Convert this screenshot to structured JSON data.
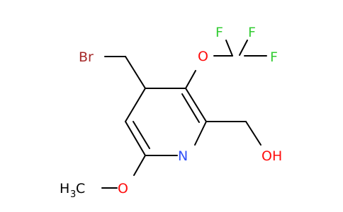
{
  "atoms": {
    "bromine": "Br",
    "ocf3_oxygen": "O",
    "f_left": "F",
    "f_top": "F",
    "f_right": "F",
    "nitrogen": "N",
    "hydroxyl": "OH",
    "methoxy_oxygen": "O",
    "methyl_h": "H",
    "methyl_sub": "3",
    "methyl_c": "C"
  },
  "colors": {
    "bond": "#000000",
    "oxygen": "#ff0d0d",
    "nitrogen": "#3050f8",
    "bromine": "#a62929",
    "fluorine": "#33cc33"
  }
}
